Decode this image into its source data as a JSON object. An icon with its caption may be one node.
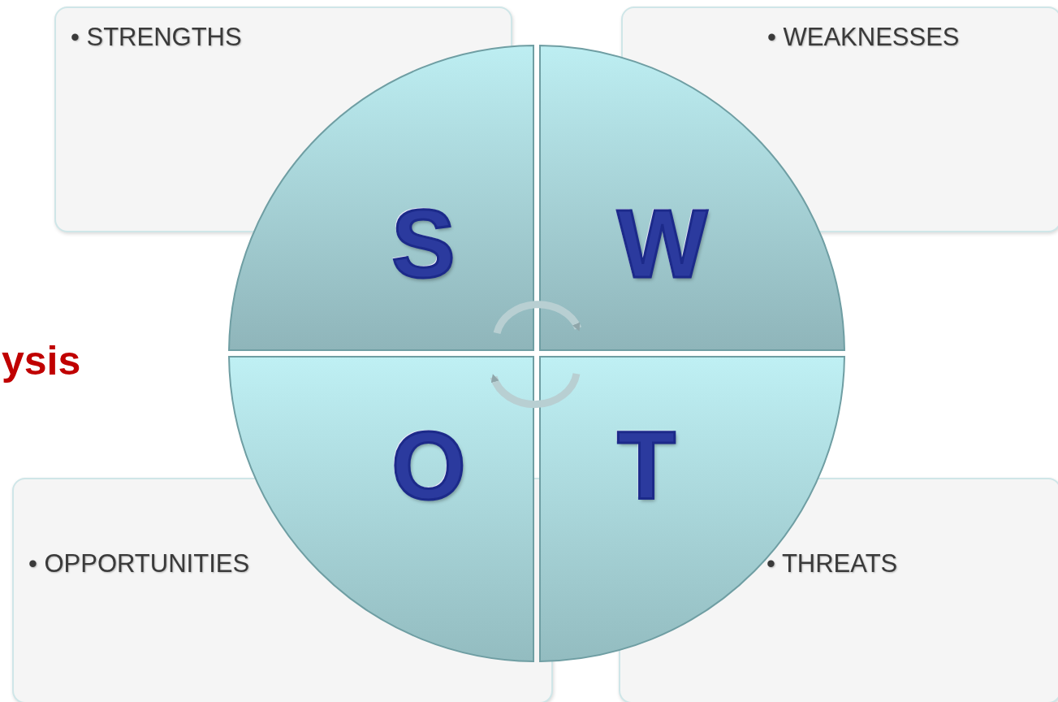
{
  "diagram": {
    "nodes": [
      {
        "text": [
          "• STRENGTHS"
        ]
      },
      {
        "text": [
          "• WEAKNESSES"
        ]
      },
      {
        "text": [
          "S"
        ]
      },
      {
        "text": [
          "W"
        ]
      },
      {
        "text": [
          "O"
        ]
      },
      {
        "text": [
          "T"
        ]
      },
      {
        "text": [
          "• OPPORTUNITIES"
        ]
      },
      {
        "text": [
          "• THREATS"
        ]
      }
    ],
    "edges": [
      {
        "from": 2,
        "to": 3,
        "arrow": "to"
      },
      {
        "from": 5,
        "to": 4,
        "arrow": "to"
      }
    ],
    "labels": [
      "ysis"
    ]
  }
}
